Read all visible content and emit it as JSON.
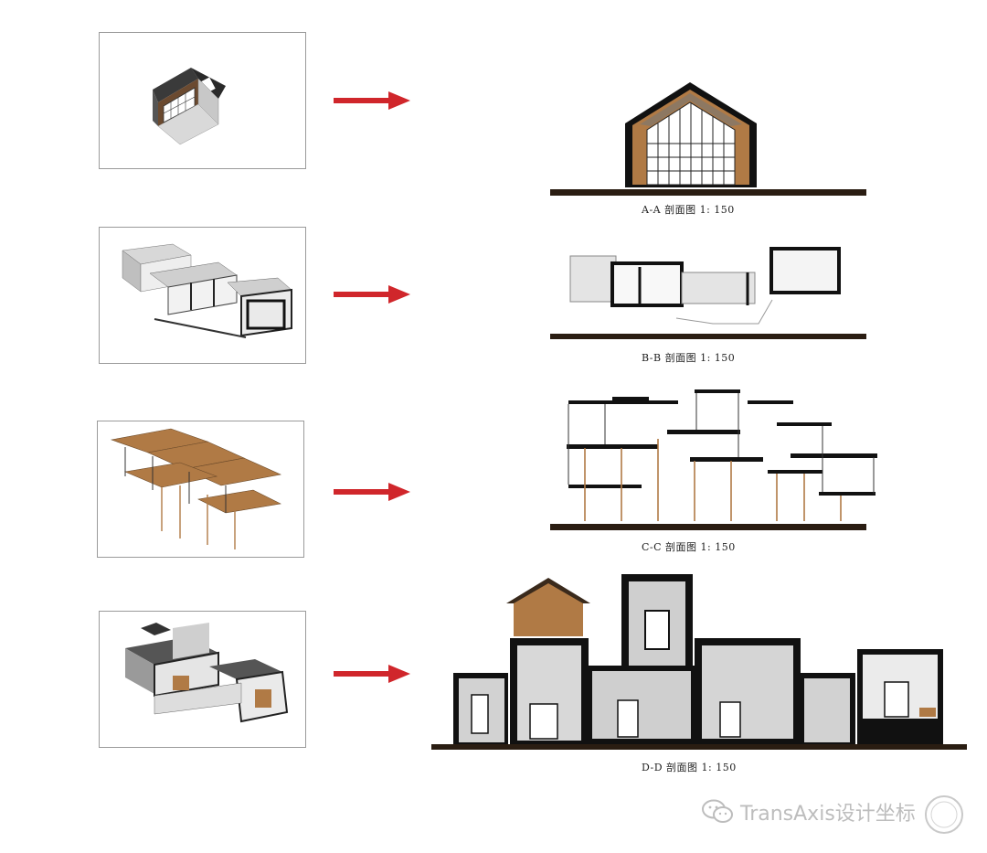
{
  "sections": [
    {
      "id": "A",
      "caption": "A-A 剖面图 1: 150"
    },
    {
      "id": "B",
      "caption": "B-B 剖面图 1: 150"
    },
    {
      "id": "C",
      "caption": "C-C 剖面图 1: 150"
    },
    {
      "id": "D",
      "caption": "D-D 剖面图 1: 150"
    }
  ],
  "arrow_color": "#d0262b",
  "wood_color": "#b07a45",
  "watermark": {
    "icon": "wechat-icon",
    "text": "TransAxis设计坐标"
  }
}
